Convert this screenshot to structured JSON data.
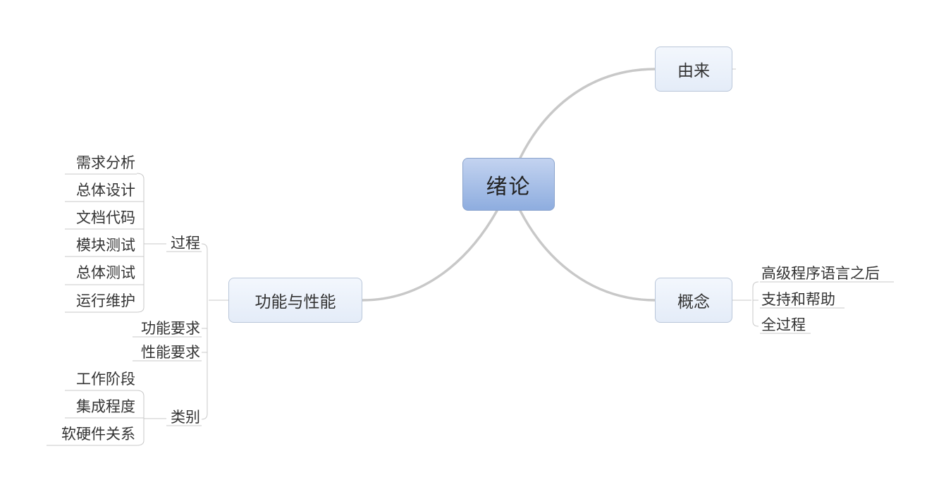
{
  "mindmap": {
    "central": "绪论",
    "topics": {
      "origin": {
        "label": "由来"
      },
      "concept": {
        "label": "概念",
        "children": [
          "高级程序语言之后",
          "支持和帮助",
          "全过程"
        ]
      },
      "function": {
        "label": "功能与性能",
        "children": {
          "process": {
            "label": "过程",
            "children": [
              "需求分析",
              "总体设计",
              "文档代码",
              "模块测试",
              "总体测试",
              "运行维护"
            ]
          },
          "func_req": {
            "label": "功能要求"
          },
          "perf_req": {
            "label": "性能要求"
          },
          "category": {
            "label": "类别",
            "children": [
              "工作阶段",
              "集成程度",
              "软硬件关系"
            ]
          }
        }
      }
    }
  },
  "colors": {
    "central_fill_top": "#c3d3f0",
    "central_fill_bottom": "#8eaddf",
    "topic_fill": "#e8eef9",
    "branch_line": "#c8c8c8"
  }
}
